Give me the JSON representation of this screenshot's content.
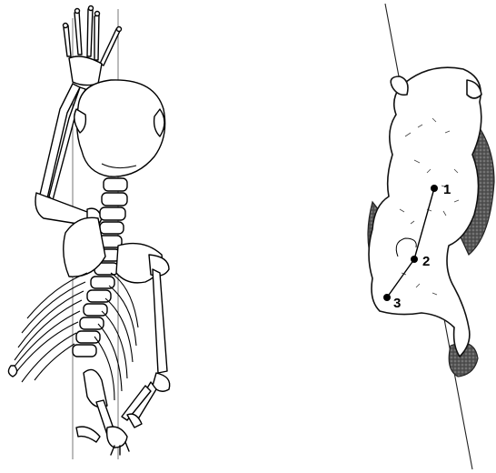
{
  "figure": {
    "left_panel": {
      "subject": "skeleton-climbing-vertical-support"
    },
    "right_panel": {
      "subject": "animal-climbing-oblique-support",
      "points": [
        {
          "label": "1"
        },
        {
          "label": "2"
        },
        {
          "label": "3"
        }
      ]
    }
  }
}
